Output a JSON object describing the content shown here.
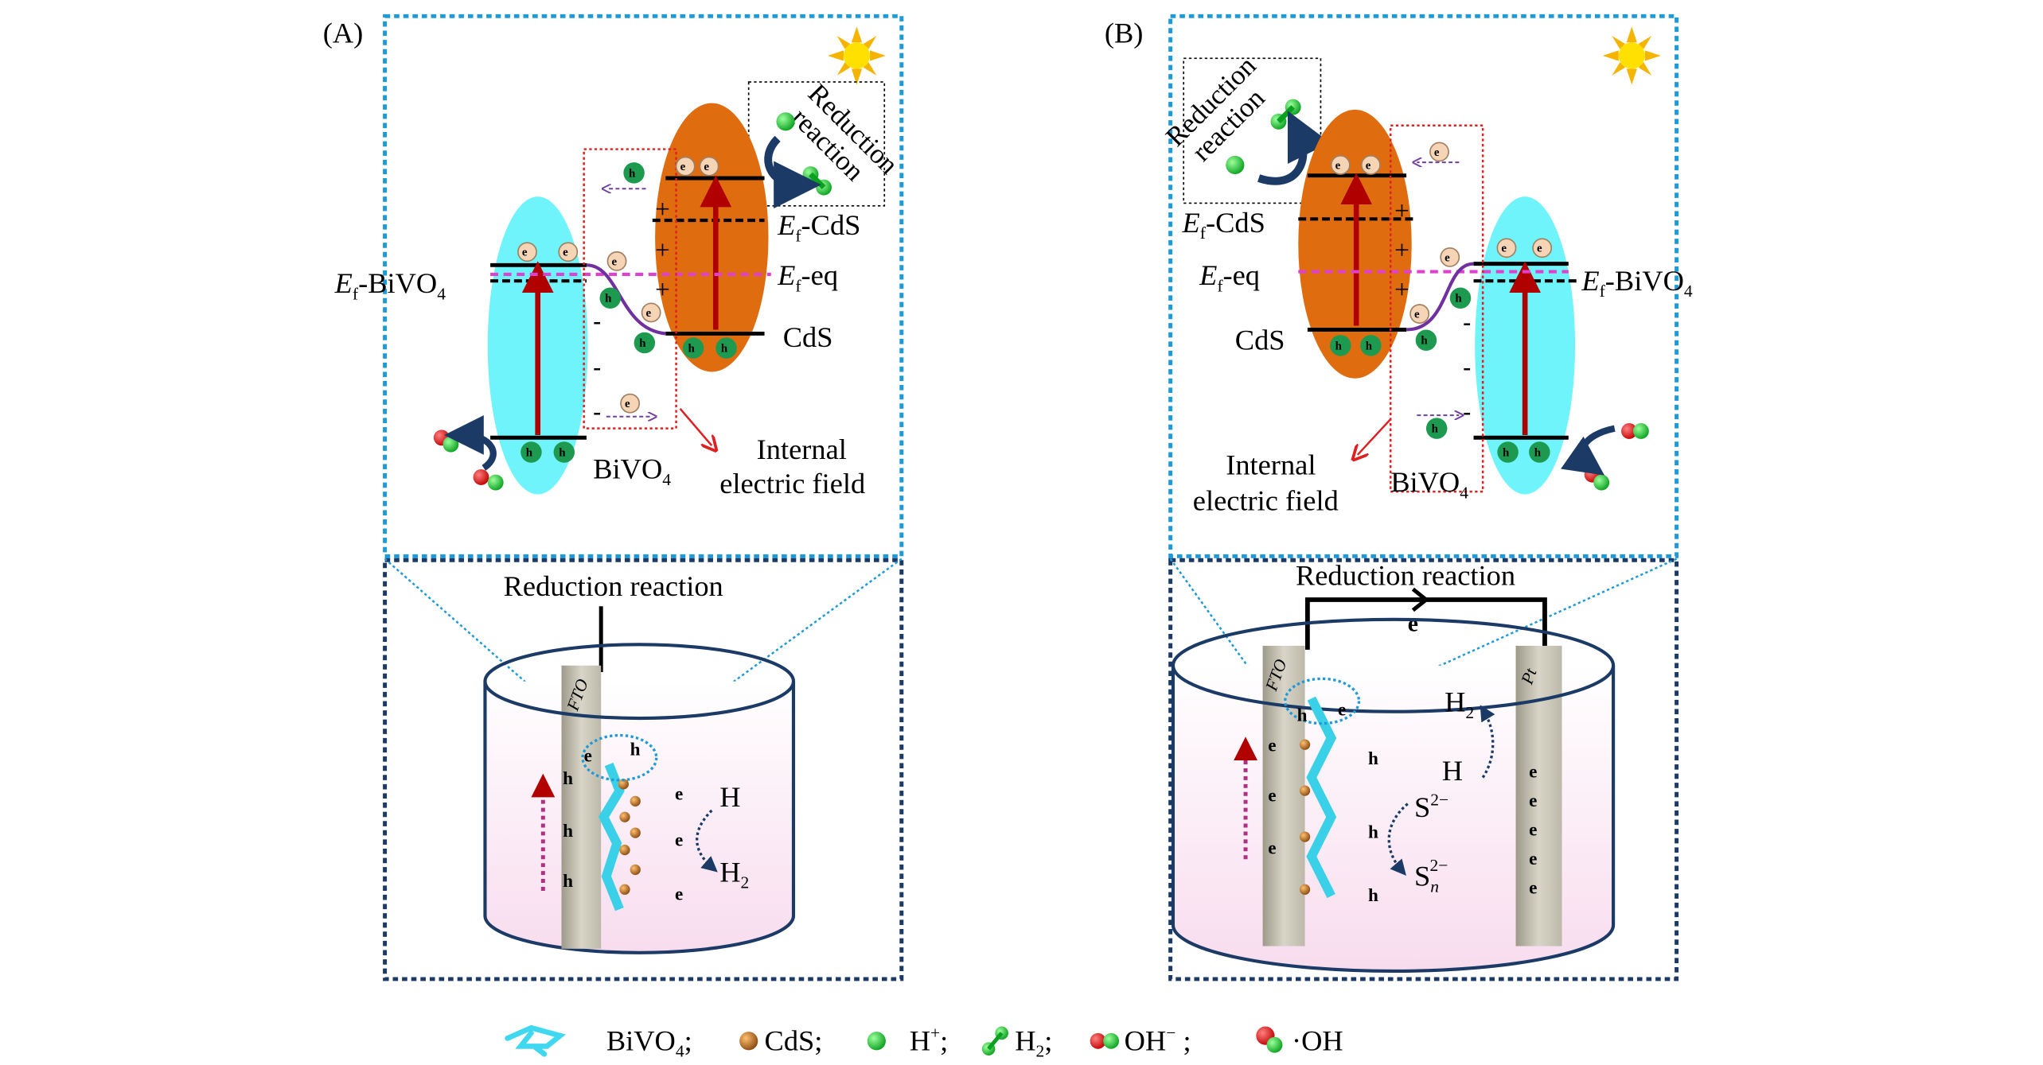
{
  "panels": {
    "a": {
      "label": "(A)",
      "ef_bivo4": {
        "e": "E",
        "sub": "f",
        "rest": "-BiVO",
        "sub2": "4"
      },
      "ef_cds": {
        "e": "E",
        "sub": "f",
        "rest": "-CdS"
      },
      "ef_eq": {
        "e": "E",
        "sub": "f",
        "rest": "-eq"
      },
      "cds": "CdS",
      "bivo4": "BiVO",
      "bivo4_sub": "4",
      "field_line1": "Internal",
      "field_line2": "electric field",
      "reduction_line1": "Reduction",
      "reduction_line2": "reaction",
      "cell_title": "Reduction reaction",
      "electrode": "FTO",
      "h_plus": "H",
      "h2": "H",
      "h2_sub": "2"
    },
    "b": {
      "label": "(B)",
      "ef_bivo4": {
        "e": "E",
        "sub": "f",
        "rest": "-BiVO",
        "sub2": "4"
      },
      "ef_cds": {
        "e": "E",
        "sub": "f",
        "rest": "-CdS"
      },
      "ef_eq": {
        "e": "E",
        "sub": "f",
        "rest": "-eq"
      },
      "cds": "CdS",
      "bivo4": "BiVO",
      "bivo4_sub": "4",
      "field_line1": "Internal",
      "field_line2": "electric field",
      "reduction_line1": "Reduction",
      "reduction_line2": "reaction",
      "cell_title": "Reduction reaction",
      "electrode_left": "FTO",
      "electrode_right": "Pt",
      "circuit_electron": "e",
      "h2": "H",
      "h2_sub": "2",
      "h_plus": "H",
      "s2": "S",
      "sn": "S",
      "sn_sub": "n",
      "charge": "2−"
    }
  },
  "carriers": {
    "electron": "e",
    "hole": "h"
  },
  "legend": {
    "items": [
      {
        "icon": "bivo4-structure-icon",
        "label": "BiVO",
        "sub": "4",
        "sep": ";"
      },
      {
        "icon": "cds-particle-icon",
        "label": "CdS;"
      },
      {
        "icon": "proton-sphere-icon",
        "label": "H",
        "sup": "+",
        "sep": ";"
      },
      {
        "icon": "hydrogen-molecule-icon",
        "label": "H",
        "sub": "2",
        "sep": ";"
      },
      {
        "icon": "hydroxide-icon",
        "label": "OH",
        "sup": "−",
        "sep": " ;"
      },
      {
        "icon": "hydroxyl-radical-icon",
        "label": "·OH"
      }
    ]
  },
  "colors": {
    "bivo4": "#6ef4fa",
    "cds": "#e06c10",
    "excitation_arrow": "#b00000",
    "fermi_eq": "#e040d0",
    "field_box": "#e02020",
    "panel_border": "#1e9ad8",
    "cell_border": "#1c3a66",
    "hole": "#1e9a50",
    "electron": "#f6d4b6"
  }
}
